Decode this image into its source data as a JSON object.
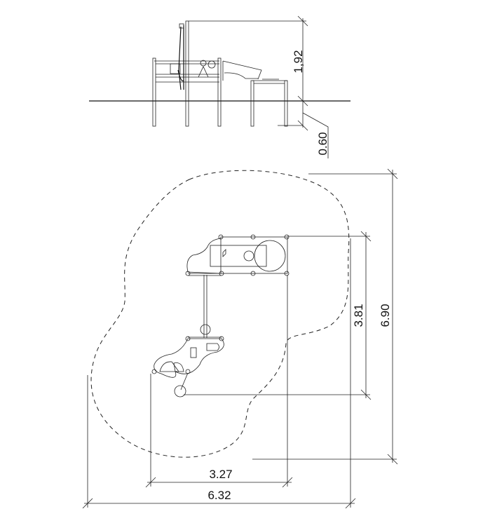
{
  "elevation": {
    "height_label": "1,92",
    "depth_label": "0.60"
  },
  "plan": {
    "equipment_depth_label": "3.81",
    "area_depth_label": "6.90",
    "equipment_width_label": "3.27",
    "area_width_label": "6.32"
  }
}
